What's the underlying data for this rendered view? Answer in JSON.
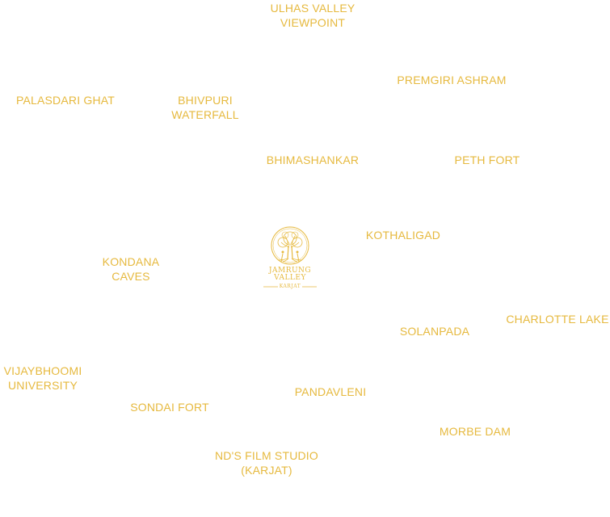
{
  "colors": {
    "label": "#e6b93e",
    "background": "#ffffff"
  },
  "logo": {
    "brand": "JAMRUNG",
    "sub": "VALLEY",
    "city": "KARJAT",
    "icon": "tree-of-life-icon"
  },
  "places": [
    {
      "id": "ulhas-valley-viewpoint",
      "lines": [
        "ULHAS VALLEY",
        "VIEWPOINT"
      ]
    },
    {
      "id": "premgiri-ashram",
      "lines": [
        "PREMGIRI ASHRAM"
      ]
    },
    {
      "id": "palasdari-ghat",
      "lines": [
        "PALASDARI GHAT"
      ]
    },
    {
      "id": "bhivpuri-waterfall",
      "lines": [
        "BHIVPURI",
        "WATERFALL"
      ]
    },
    {
      "id": "bhimashankar",
      "lines": [
        "BHIMASHANKAR"
      ]
    },
    {
      "id": "peth-fort",
      "lines": [
        "PETH FORT"
      ]
    },
    {
      "id": "kothaligad",
      "lines": [
        "KOTHALIGAD"
      ]
    },
    {
      "id": "kondana-caves",
      "lines": [
        "KONDANA",
        "CAVES"
      ]
    },
    {
      "id": "charlotte-lake",
      "lines": [
        "CHARLOTTE LAKE"
      ]
    },
    {
      "id": "solanpada",
      "lines": [
        "SOLANPADA"
      ]
    },
    {
      "id": "vijaybhoomi-university",
      "lines": [
        "VIJAYBHOOMI",
        "UNIVERSITY"
      ]
    },
    {
      "id": "pandavleni",
      "lines": [
        "PANDAVLENI"
      ]
    },
    {
      "id": "sondai-fort",
      "lines": [
        "SONDAI FORT"
      ]
    },
    {
      "id": "morbe-dam",
      "lines": [
        "MORBE DAM"
      ]
    },
    {
      "id": "nds-film-studio",
      "lines": [
        "ND'S FILM STUDIO",
        "(KARJAT)"
      ]
    }
  ]
}
